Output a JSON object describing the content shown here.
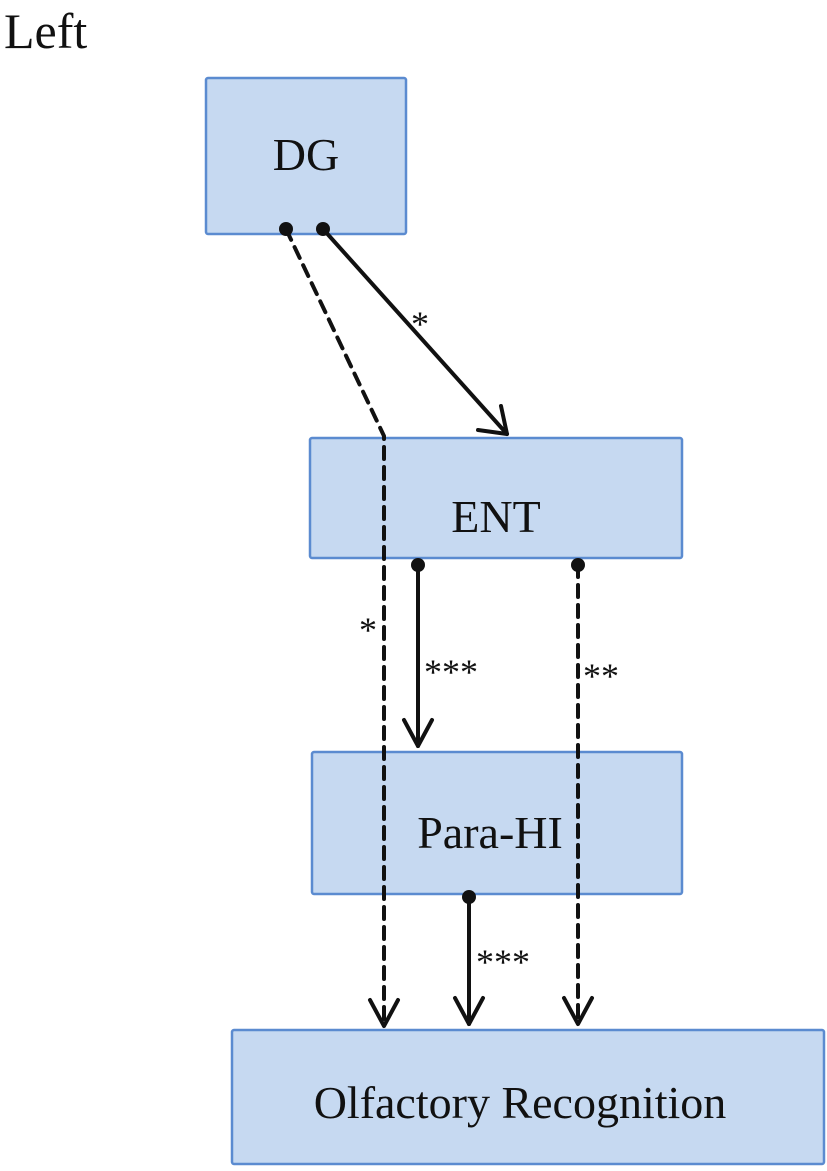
{
  "panel_label": "Left",
  "colors": {
    "box_fill": "#c6d9f1",
    "box_stroke": "#5b8bd0",
    "line": "#111111"
  },
  "nodes": {
    "dg": "DG",
    "ent": "ENT",
    "para_hi": "Para-HI",
    "olfactory": "Olfactory Recognition"
  },
  "edges": {
    "dg_to_ent": {
      "style": "solid",
      "significance": "*"
    },
    "dg_to_olfactory": {
      "style": "dashed",
      "significance": "*"
    },
    "ent_to_para_hi": {
      "style": "solid",
      "significance": "***"
    },
    "ent_to_olfactory": {
      "style": "dashed",
      "significance": "**"
    },
    "para_hi_to_olfactory": {
      "style": "solid",
      "significance": "***"
    }
  }
}
